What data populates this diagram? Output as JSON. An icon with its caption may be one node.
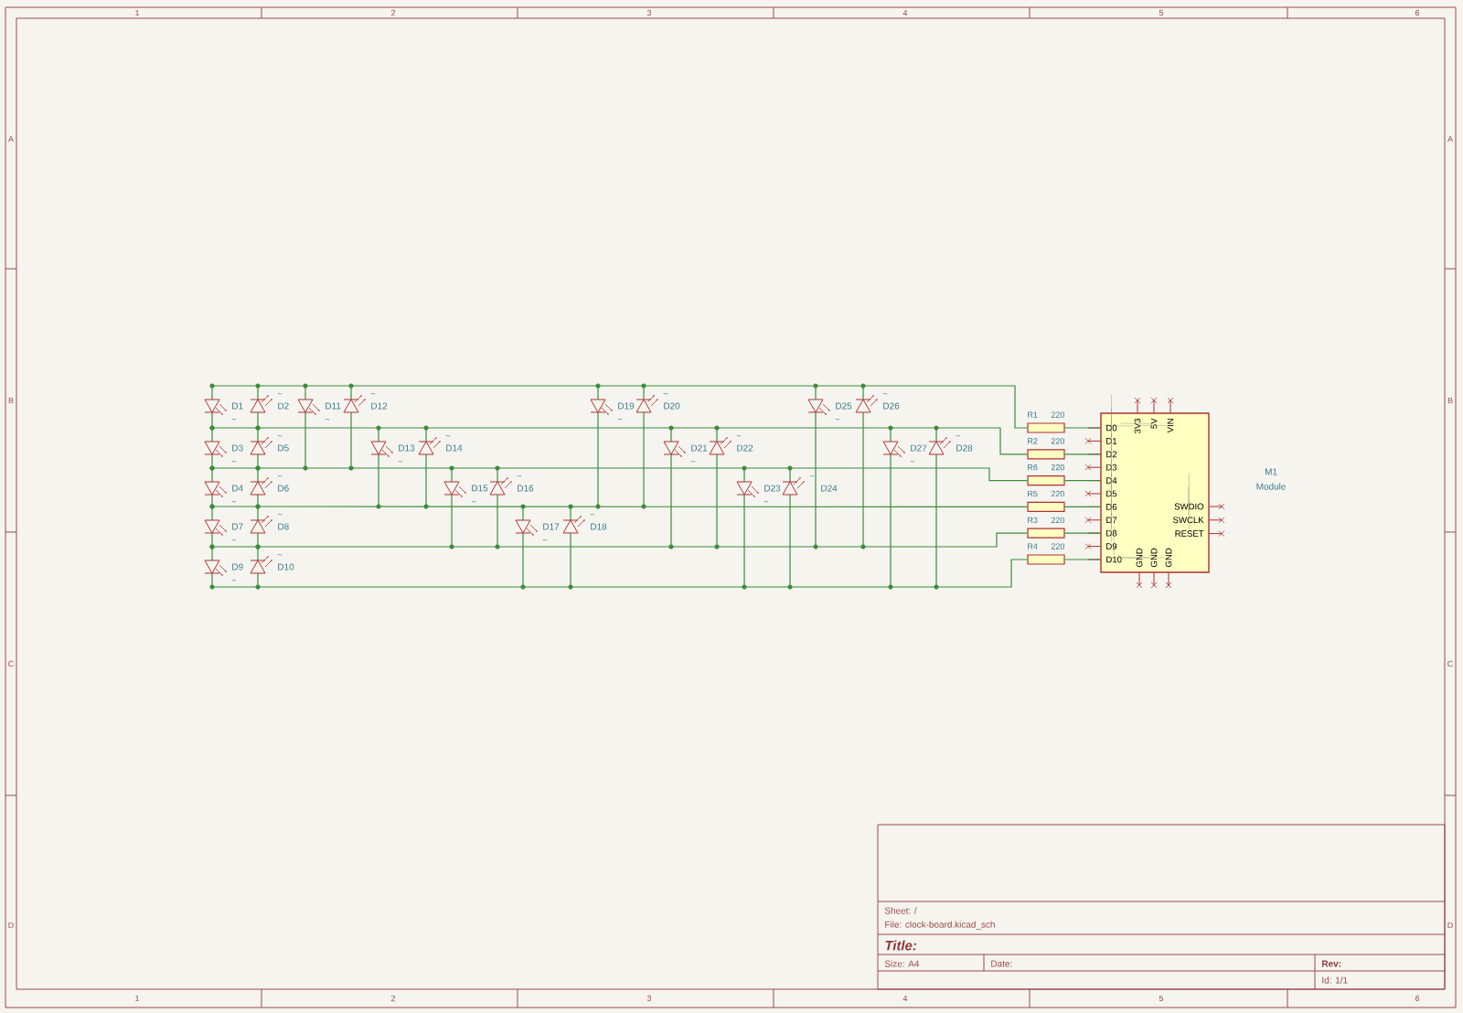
{
  "diagram": {
    "nodes": [
      {
        "text": [
          "D1"
        ],
        "beside": [
          "~"
        ]
      },
      {
        "text": [
          "D2"
        ],
        "beside": [
          "~"
        ]
      },
      {
        "text": [
          "D3"
        ],
        "beside": [
          "~"
        ]
      },
      {
        "text": [
          "D4"
        ],
        "beside": [
          "~"
        ]
      },
      {
        "text": [
          "D5"
        ],
        "beside": [
          "~"
        ]
      },
      {
        "text": [
          "D6"
        ],
        "beside": [
          "~"
        ]
      },
      {
        "text": [
          "D7"
        ],
        "beside": [
          "~"
        ]
      },
      {
        "text": [
          "D8"
        ],
        "beside": [
          "~"
        ]
      },
      {
        "text": [
          "D9"
        ],
        "beside": [
          "~"
        ]
      },
      {
        "text": [
          "D10"
        ],
        "beside": [
          "~"
        ]
      },
      {
        "text": [
          "D11"
        ],
        "beside": [
          "~"
        ]
      },
      {
        "text": [
          "D12"
        ],
        "beside": [
          "~"
        ]
      },
      {
        "text": [
          "D13"
        ],
        "beside": [
          "~"
        ]
      },
      {
        "text": [
          "D14"
        ],
        "beside": [
          "~"
        ]
      },
      {
        "text": [
          "D15"
        ],
        "beside": [
          "~"
        ]
      },
      {
        "text": [
          "D16"
        ],
        "beside": [
          "~"
        ]
      },
      {
        "text": [
          "D17"
        ],
        "beside": [
          "~"
        ]
      },
      {
        "text": [
          "D18"
        ],
        "beside": [
          "~"
        ]
      },
      {
        "text": [
          "D19"
        ],
        "beside": [
          "~"
        ]
      },
      {
        "text": [
          "D20"
        ],
        "beside": [
          "~"
        ]
      },
      {
        "text": [
          "D21"
        ],
        "beside": [
          "~"
        ]
      },
      {
        "text": [
          "D22"
        ],
        "beside": [
          "~"
        ]
      },
      {
        "text": [
          "D23"
        ],
        "beside": [
          "~"
        ]
      },
      {
        "text": [
          "D24"
        ],
        "beside": [
          "~"
        ]
      },
      {
        "text": [
          "D25"
        ],
        "beside": [
          "~"
        ]
      },
      {
        "text": [
          "D26"
        ],
        "beside": [
          "~"
        ]
      },
      {
        "text": [
          "D27"
        ],
        "beside": [
          "~"
        ]
      },
      {
        "text": [
          "D28"
        ],
        "beside": [
          "~"
        ]
      },
      {
        "text": [
          "R1",
          "220"
        ]
      },
      {
        "text": [
          "R2",
          "220"
        ]
      },
      {
        "text": [
          "R6",
          "220"
        ]
      },
      {
        "text": [
          "R5",
          "220"
        ]
      },
      {
        "text": [
          "R3",
          "220"
        ]
      },
      {
        "text": [
          "R4",
          "220"
        ]
      },
      {
        "text": [
          "3V3",
          "5V",
          "VIN",
          "D0",
          "D1",
          "D2",
          "D3",
          "D4",
          "D5",
          "D6",
          "D7",
          "D8",
          "D9",
          "D10",
          "SWDIO",
          "SWCLK",
          "RESET",
          "GND",
          "GND",
          "GND"
        ],
        "beside": [
          "M1",
          "Module"
        ]
      }
    ],
    "edges": [
      {
        "from": 28,
        "to": 34,
        "arrow": "none"
      },
      {
        "from": 29,
        "to": 34,
        "arrow": "none"
      },
      {
        "from": 30,
        "to": 34,
        "arrow": "none"
      },
      {
        "from": 31,
        "to": 34,
        "arrow": "none"
      },
      {
        "from": 32,
        "to": 34,
        "arrow": "none"
      },
      {
        "from": 33,
        "to": 34,
        "arrow": "none"
      },
      {
        "from": 0,
        "to": 28,
        "arrow": "none"
      },
      {
        "from": 1,
        "to": 28,
        "arrow": "none"
      },
      {
        "from": 10,
        "to": 28,
        "arrow": "none"
      },
      {
        "from": 11,
        "to": 28,
        "arrow": "none"
      },
      {
        "from": 18,
        "to": 28,
        "arrow": "none"
      },
      {
        "from": 19,
        "to": 28,
        "arrow": "none"
      },
      {
        "from": 24,
        "to": 28,
        "arrow": "none"
      },
      {
        "from": 25,
        "to": 28,
        "arrow": "none"
      },
      {
        "from": 0,
        "to": 29,
        "arrow": "none"
      },
      {
        "from": 1,
        "to": 29,
        "arrow": "none"
      },
      {
        "from": 2,
        "to": 29,
        "arrow": "none"
      },
      {
        "from": 4,
        "to": 29,
        "arrow": "none"
      },
      {
        "from": 12,
        "to": 29,
        "arrow": "none"
      },
      {
        "from": 13,
        "to": 29,
        "arrow": "none"
      },
      {
        "from": 20,
        "to": 29,
        "arrow": "none"
      },
      {
        "from": 21,
        "to": 29,
        "arrow": "none"
      },
      {
        "from": 26,
        "to": 29,
        "arrow": "none"
      },
      {
        "from": 27,
        "to": 29,
        "arrow": "none"
      },
      {
        "from": 2,
        "to": 30,
        "arrow": "none"
      },
      {
        "from": 3,
        "to": 30,
        "arrow": "none"
      },
      {
        "from": 4,
        "to": 30,
        "arrow": "none"
      },
      {
        "from": 5,
        "to": 30,
        "arrow": "none"
      },
      {
        "from": 10,
        "to": 30,
        "arrow": "none"
      },
      {
        "from": 11,
        "to": 30,
        "arrow": "none"
      },
      {
        "from": 14,
        "to": 30,
        "arrow": "none"
      },
      {
        "from": 15,
        "to": 30,
        "arrow": "none"
      },
      {
        "from": 22,
        "to": 30,
        "arrow": "none"
      },
      {
        "from": 23,
        "to": 30,
        "arrow": "none"
      },
      {
        "from": 3,
        "to": 31,
        "arrow": "none"
      },
      {
        "from": 5,
        "to": 31,
        "arrow": "none"
      },
      {
        "from": 6,
        "to": 31,
        "arrow": "none"
      },
      {
        "from": 7,
        "to": 31,
        "arrow": "none"
      },
      {
        "from": 12,
        "to": 31,
        "arrow": "none"
      },
      {
        "from": 13,
        "to": 31,
        "arrow": "none"
      },
      {
        "from": 16,
        "to": 31,
        "arrow": "none"
      },
      {
        "from": 17,
        "to": 31,
        "arrow": "none"
      },
      {
        "from": 18,
        "to": 31,
        "arrow": "none"
      },
      {
        "from": 19,
        "to": 31,
        "arrow": "none"
      },
      {
        "from": 6,
        "to": 32,
        "arrow": "none"
      },
      {
        "from": 7,
        "to": 32,
        "arrow": "none"
      },
      {
        "from": 8,
        "to": 32,
        "arrow": "none"
      },
      {
        "from": 9,
        "to": 32,
        "arrow": "none"
      },
      {
        "from": 14,
        "to": 32,
        "arrow": "none"
      },
      {
        "from": 15,
        "to": 32,
        "arrow": "none"
      },
      {
        "from": 20,
        "to": 32,
        "arrow": "none"
      },
      {
        "from": 21,
        "to": 32,
        "arrow": "none"
      },
      {
        "from": 24,
        "to": 32,
        "arrow": "none"
      },
      {
        "from": 25,
        "to": 32,
        "arrow": "none"
      },
      {
        "from": 8,
        "to": 33,
        "arrow": "none"
      },
      {
        "from": 9,
        "to": 33,
        "arrow": "none"
      },
      {
        "from": 16,
        "to": 33,
        "arrow": "none"
      },
      {
        "from": 17,
        "to": 33,
        "arrow": "none"
      },
      {
        "from": 22,
        "to": 33,
        "arrow": "none"
      },
      {
        "from": 23,
        "to": 33,
        "arrow": "none"
      },
      {
        "from": 26,
        "to": 33,
        "arrow": "none"
      },
      {
        "from": 27,
        "to": 33,
        "arrow": "none"
      }
    ],
    "labels": [
      "1",
      "2",
      "3",
      "4",
      "5",
      "6",
      "A",
      "B",
      "C",
      "D",
      "A",
      "B",
      "C",
      "D",
      "1",
      "2",
      "3",
      "4",
      "5",
      "6",
      "Sheet: /",
      "File: clock-board.kicad_sch",
      "Title:",
      "Size: A4",
      "Date:",
      "Rev:",
      "Id: 1/1"
    ]
  }
}
